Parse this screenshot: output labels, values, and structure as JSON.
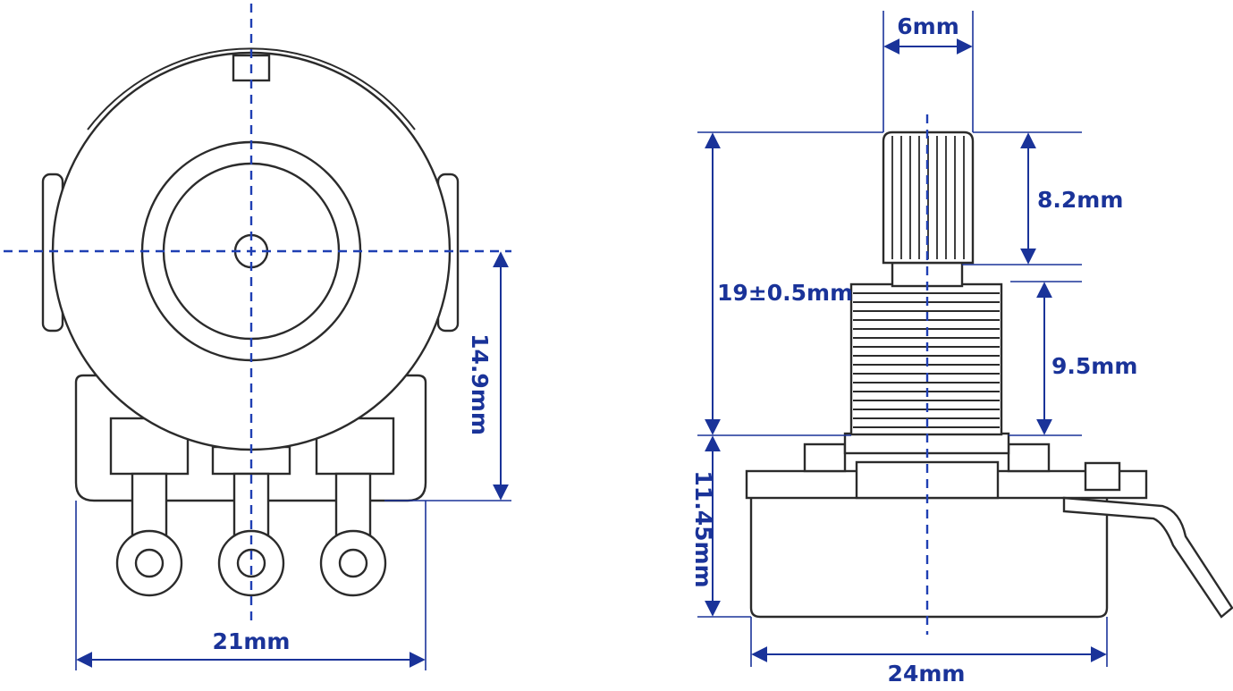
{
  "colors": {
    "dimension": "#1a3399",
    "centerline": "#1f3fb3",
    "outline": "#2b2b2b",
    "background": "#ffffff"
  },
  "front_view": {
    "width_label": "21mm",
    "height_label": "14.9mm"
  },
  "side_view": {
    "shaft_diameter_label": "6mm",
    "knurl_length_label": "8.2mm",
    "total_shaft_label": "19±0.5mm",
    "thread_length_label": "9.5mm",
    "body_height_label": "11.45mm",
    "body_width_label": "24mm"
  }
}
